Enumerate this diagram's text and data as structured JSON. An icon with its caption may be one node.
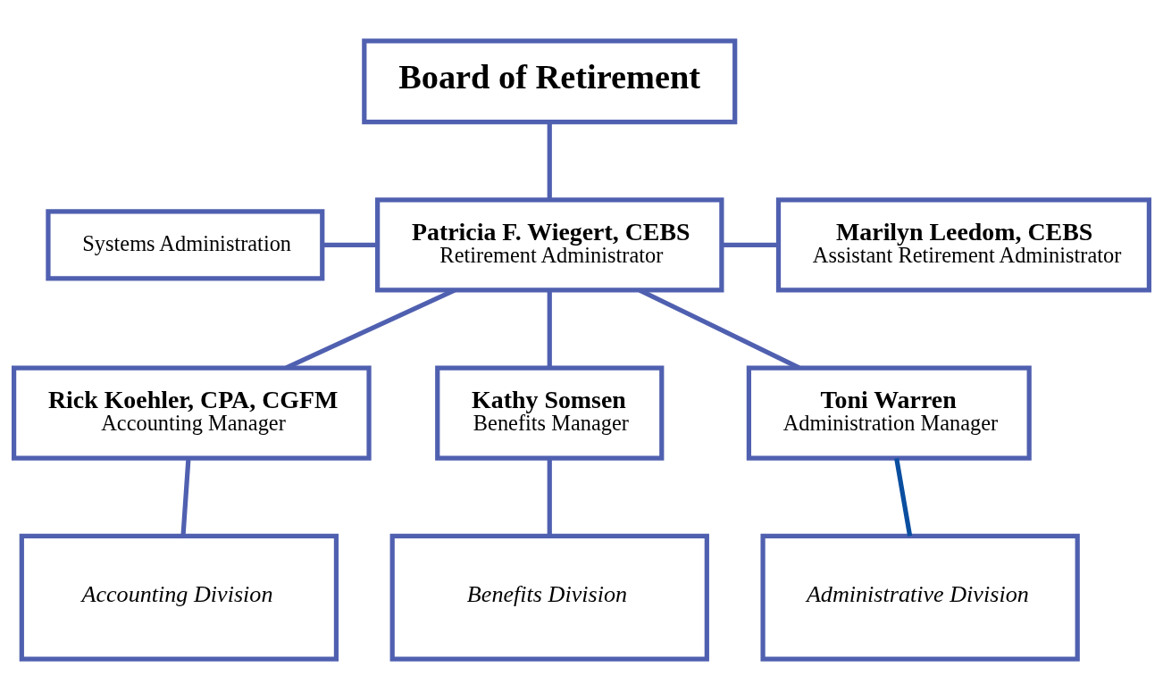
{
  "diagram": {
    "nodes": [
      {
        "text": [
          "Board of Retirement"
        ]
      },
      {
        "text": [
          "Patricia F. Wiegert, CEBS",
          "Retirement Administrator"
        ]
      },
      {
        "text": [
          "Systems Administration"
        ]
      },
      {
        "text": [
          "Marilyn Leedom, CEBS",
          "Assistant Retirement Administrator"
        ]
      },
      {
        "text": [
          "Rick Koehler, CPA, CGFM",
          "Accounting Manager"
        ]
      },
      {
        "text": [
          "Kathy Somsen",
          "Benefits Manager"
        ]
      },
      {
        "text": [
          "Toni Warren",
          "Administration Manager"
        ]
      },
      {
        "text": [
          "Accounting Division"
        ]
      },
      {
        "text": [
          "Benefits Division"
        ]
      },
      {
        "text": [
          "Administrative Division"
        ]
      }
    ],
    "edges": [
      {
        "from": 0,
        "to": 1,
        "arrow": "none"
      },
      {
        "from": 1,
        "to": 2,
        "arrow": "none"
      },
      {
        "from": 1,
        "to": 3,
        "arrow": "none"
      },
      {
        "from": 1,
        "to": 4,
        "arrow": "none"
      },
      {
        "from": 1,
        "to": 5,
        "arrow": "none"
      },
      {
        "from": 1,
        "to": 6,
        "arrow": "none"
      },
      {
        "from": 4,
        "to": 7,
        "arrow": "none"
      },
      {
        "from": 5,
        "to": 8,
        "arrow": "none"
      },
      {
        "from": 6,
        "to": 9,
        "arrow": "none",
        "color": "#0a4ea0"
      }
    ]
  }
}
